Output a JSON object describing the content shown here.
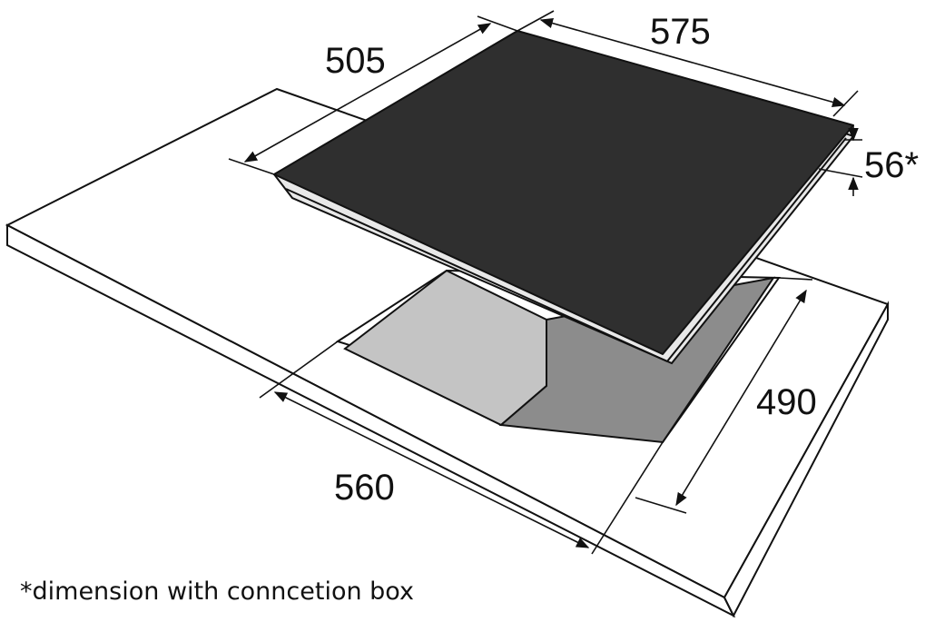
{
  "dimensions": {
    "top_depth": "505",
    "top_width": "575",
    "height": "56*",
    "cutout_depth": "490",
    "cutout_width": "560"
  },
  "footnote": "*dimension with conncetion box",
  "colors": {
    "hob_surface": "#2f2f2f",
    "hob_edge": "#e6e6e6",
    "cutout_left_wall": "#c4c4c4",
    "cutout_back_wall": "#8c8c8c",
    "cutout_floor": "#ffffff",
    "line": "#111111"
  }
}
